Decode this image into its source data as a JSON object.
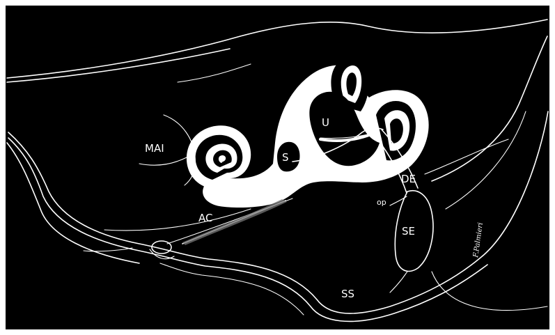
{
  "labels": {
    "mai": "MAI",
    "u": "U",
    "s": "S",
    "de": "DE",
    "op": "op",
    "se": "SE",
    "ac": "AC",
    "ss": "SS"
  },
  "signature": "F.Palmieri",
  "colors": {
    "background": "#000000",
    "ink": "#ffffff",
    "border": "#ffffff"
  }
}
